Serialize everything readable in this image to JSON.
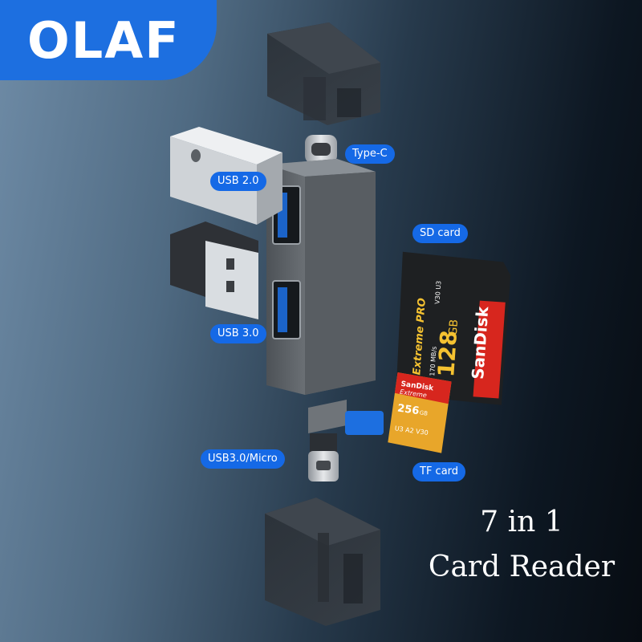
{
  "brand": {
    "logo_text": "OLAF",
    "logo_color": "#1d6fe0"
  },
  "labels": {
    "type_c": "Type-C",
    "usb_2": "USB 2.0",
    "sd_card": "SD card",
    "usb_3": "USB 3.0",
    "usb_micro": "USB3.0/Micro",
    "tf_card": "TF card"
  },
  "headline": {
    "line1": "7 in 1",
    "line2": "Card Reader"
  },
  "sd_card": {
    "brand": "SanDisk",
    "line": "Extreme PRO",
    "capacity": "128",
    "unit": "GB",
    "speed": "170 MB/s",
    "marks": "V30 U3"
  },
  "tf_card": {
    "brand": "SanDisk",
    "line": "Extreme",
    "capacity": "256",
    "unit": "GB",
    "marks": "U3 A2 V30"
  },
  "colors": {
    "label_bg": "#1569e6",
    "sd_red": "#d7261e",
    "tf_gold": "#e8a62a"
  }
}
